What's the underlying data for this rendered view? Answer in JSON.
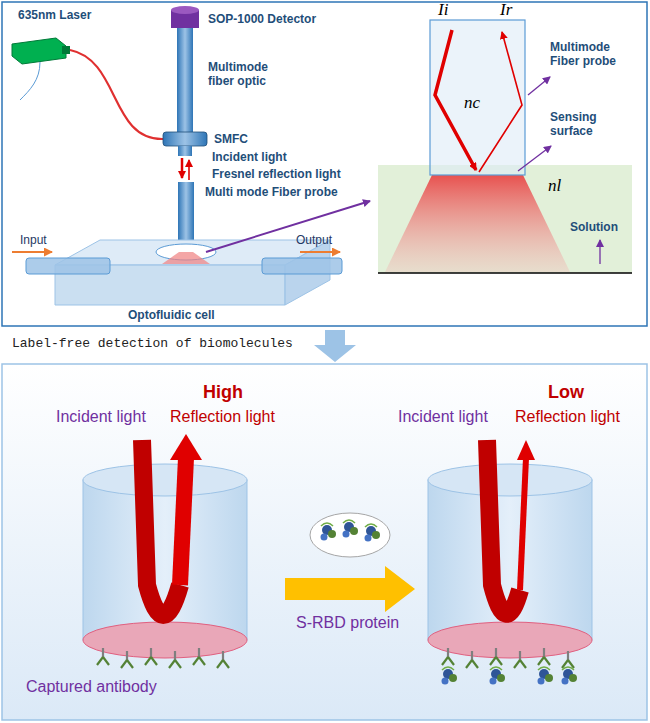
{
  "diagram": {
    "labels": [
      "635nm Laser",
      "SOP-1000 Detector",
      "Multimode fiber optic",
      "SMFC",
      "Incident light",
      "Fresnel reflection light",
      "Multi mode Fiber probe",
      "Input",
      "Output",
      "Optofluidic cell",
      "Ii",
      "Ir",
      "nc",
      "Multimode Fiber probe",
      "Sensing surface",
      "nl",
      "Solution",
      "Label-free detection of biomolecules",
      "High",
      "Reflection light",
      "Incident light",
      "Low",
      "Incident light",
      "Reflection light",
      "S-RBD protein",
      "Captured antibody"
    ]
  }
}
